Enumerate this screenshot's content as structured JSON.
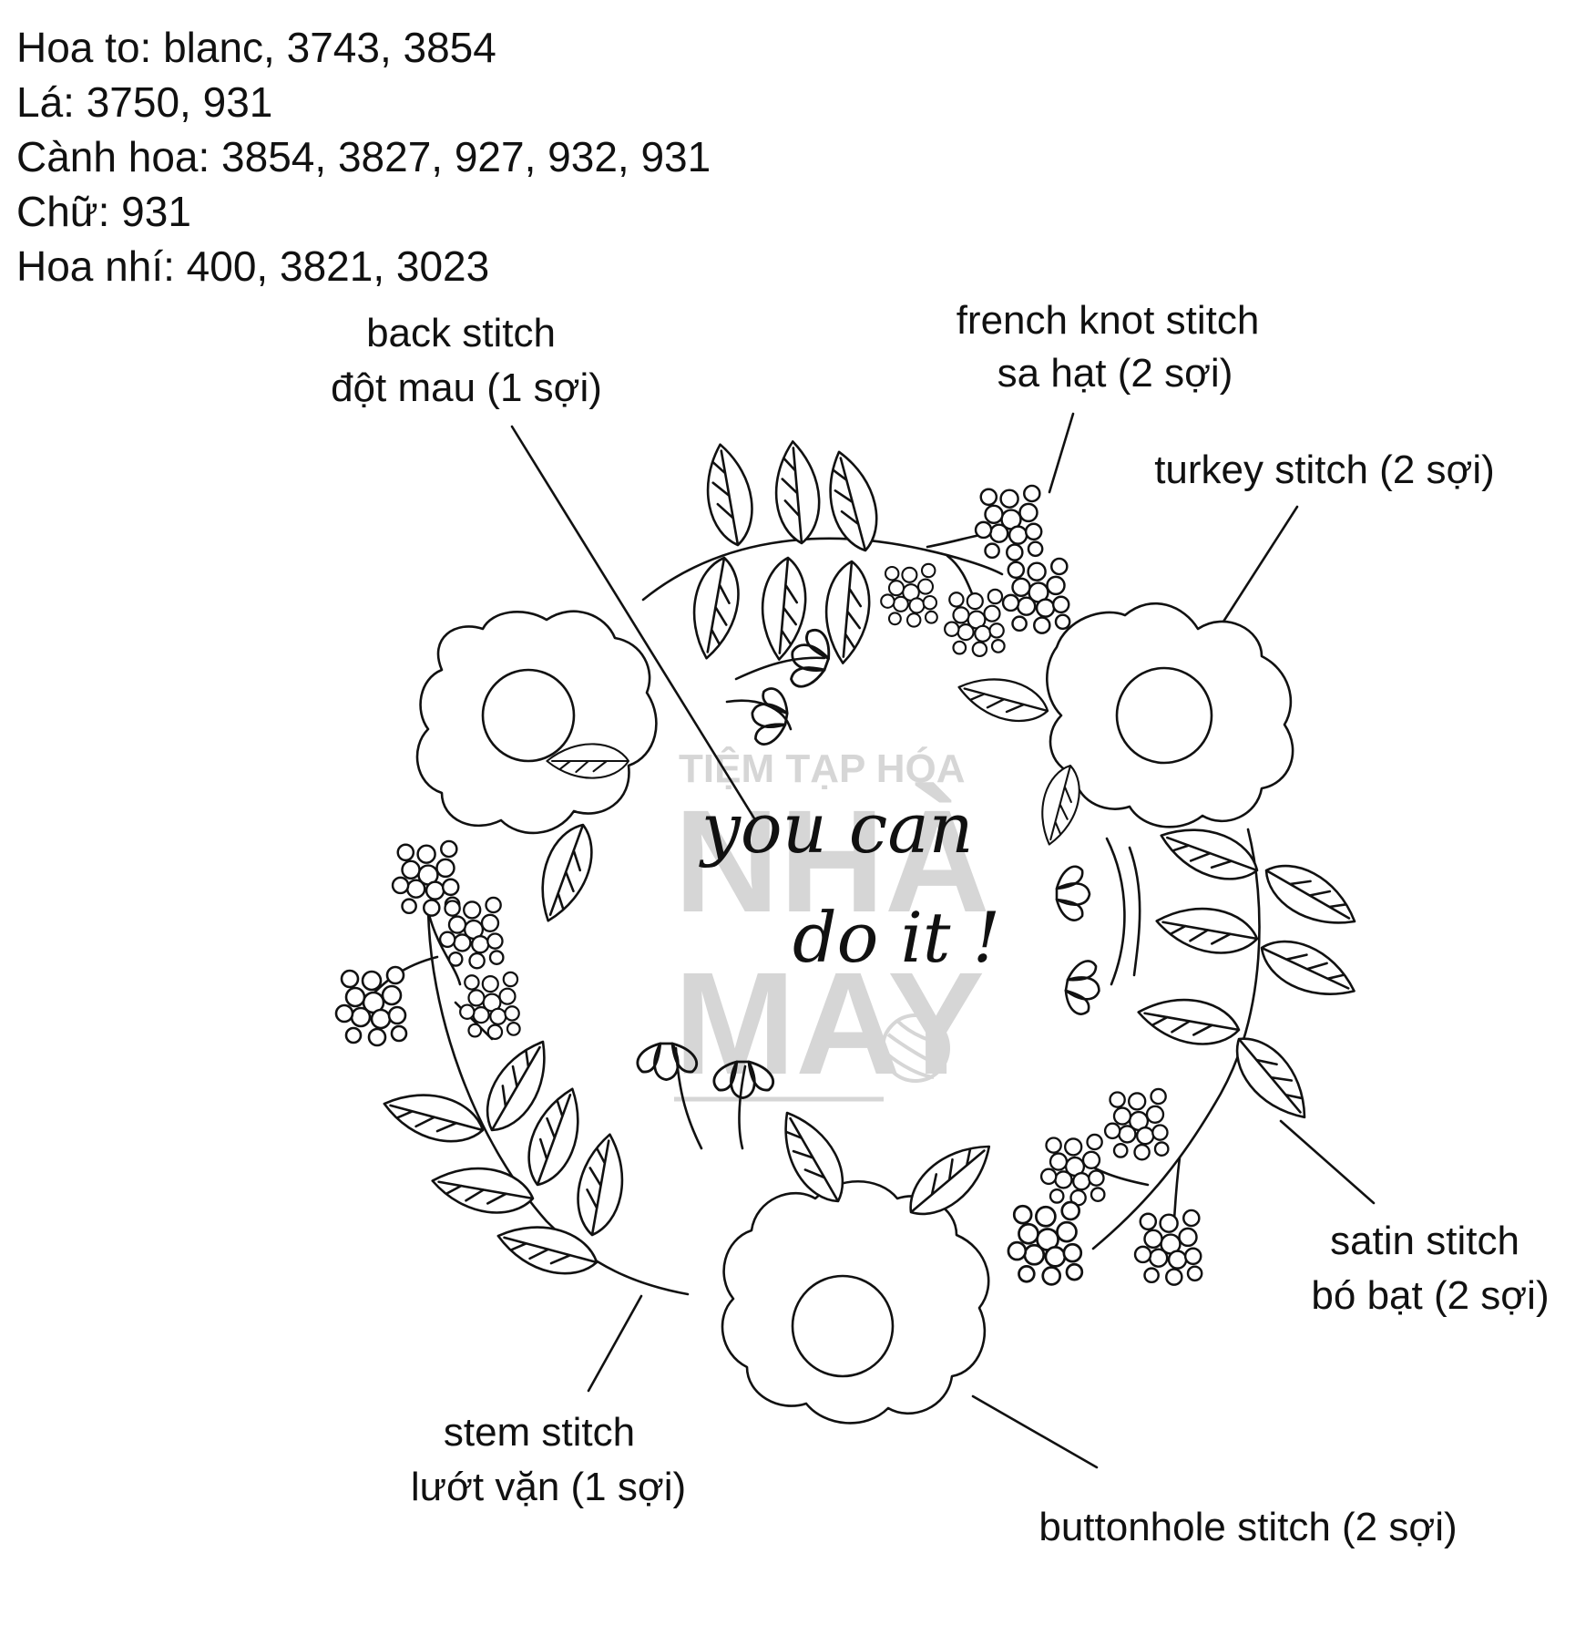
{
  "legend": [
    "Hoa to: blanc, 3743, 3854",
    "Lá: 3750, 931",
    "Cành hoa: 3854, 3827, 927, 932, 931",
    "Chữ: 931",
    "Hoa nhí: 400, 3821, 3023"
  ],
  "labels": {
    "back_stitch": {
      "line1": "back stitch",
      "line2": "đột mau (1 sợi)"
    },
    "french_knot": {
      "line1": "french knot stitch",
      "line2": "sa hạt (2 sợi)"
    },
    "turkey": {
      "line1": "turkey stitch (2 sợi)"
    },
    "satin": {
      "line1": "satin stitch",
      "line2": "bó bạt (2 sợi)"
    },
    "stem": {
      "line1": "stem stitch",
      "line2": "lướt vặn (1 sợi)"
    },
    "buttonhole": {
      "line1": "buttonhole stitch (2 sợi)"
    }
  },
  "center_text": {
    "line1": "you can",
    "line2": "do it !"
  },
  "watermark": {
    "line1": "TIỆM TẠP HÓA",
    "line2": "NHÀ",
    "line3": "MAY"
  },
  "colors": {
    "ink": "#111111",
    "watermark": "#d6d6d6",
    "background": "#ffffff"
  }
}
